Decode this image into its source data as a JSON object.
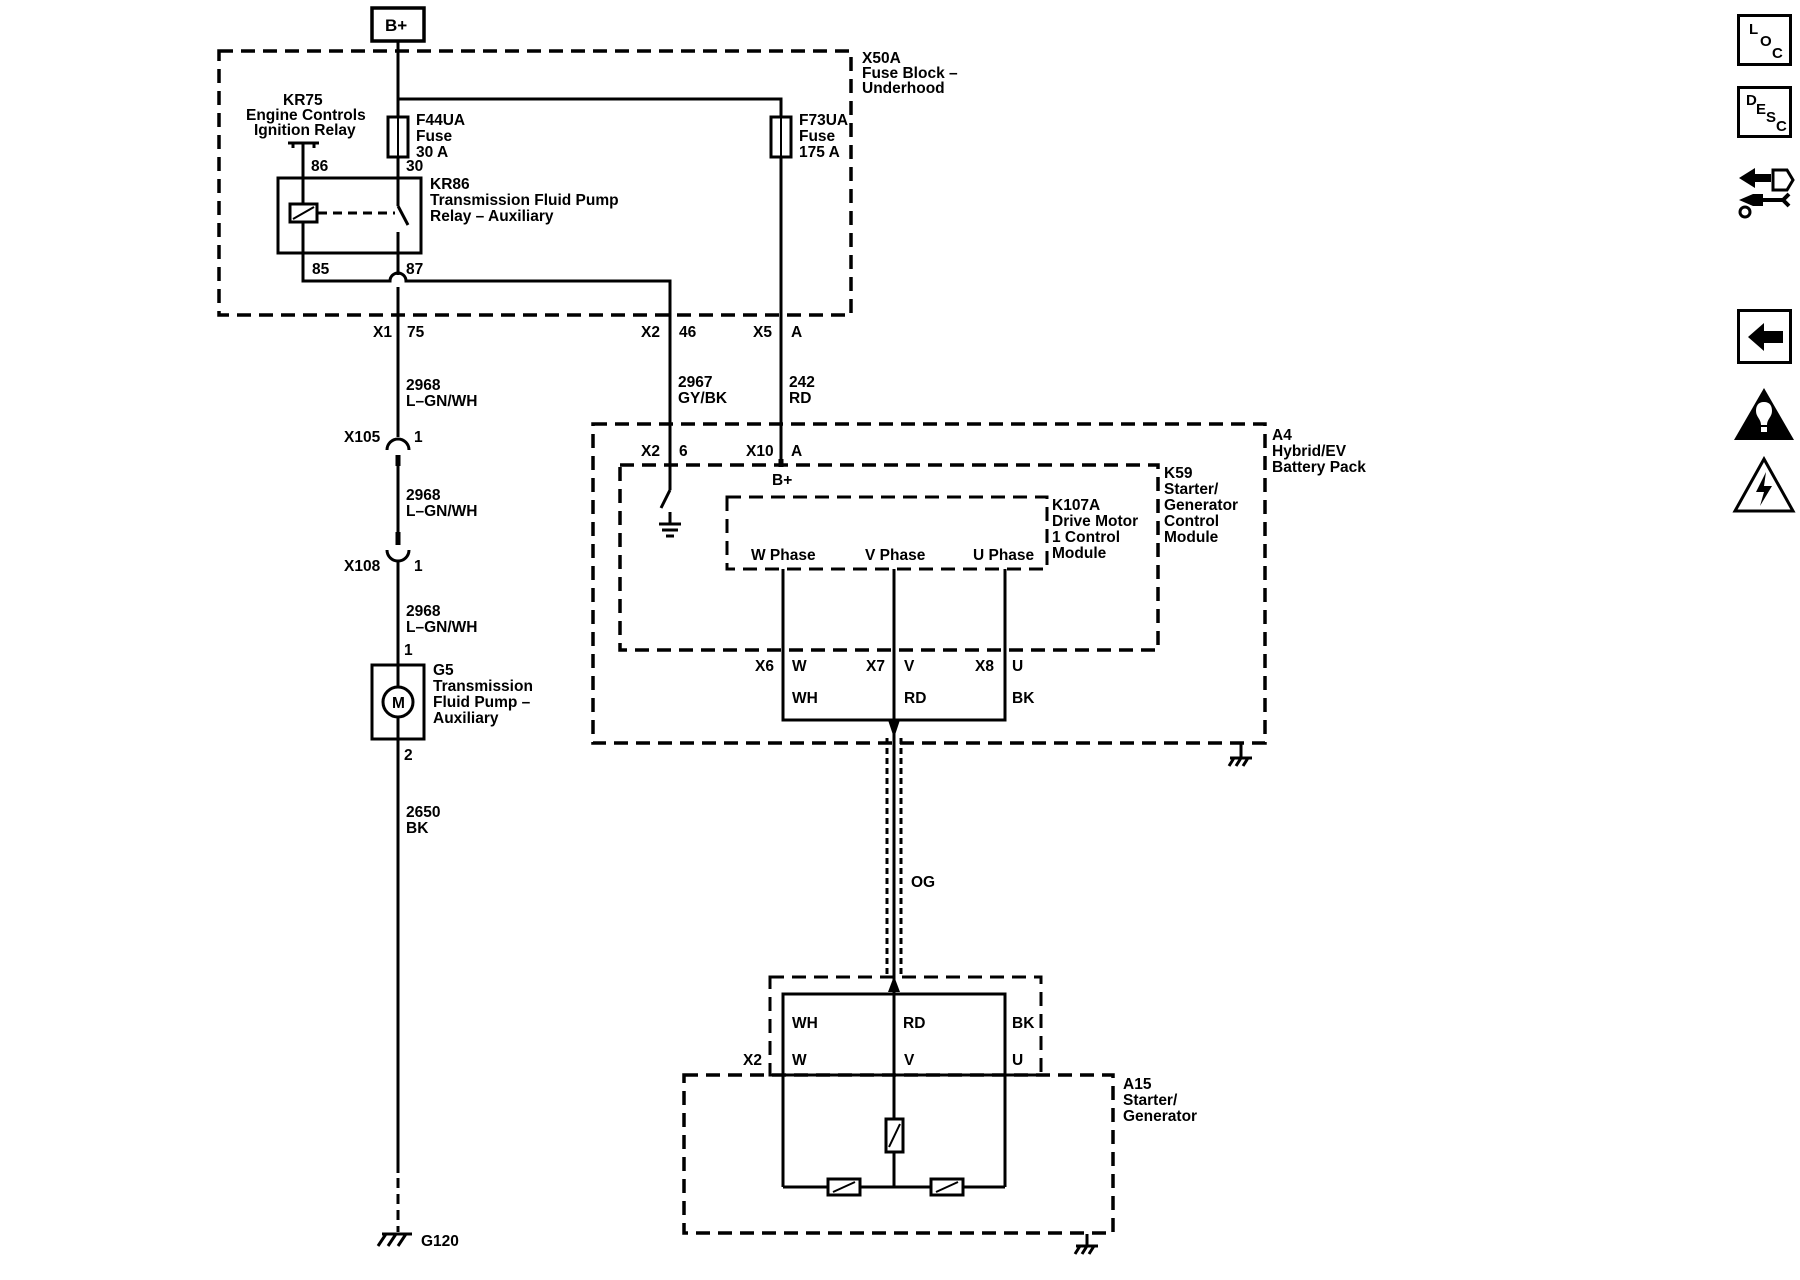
{
  "diagram": {
    "supply": "B+",
    "fuse_block": {
      "ref": "X50A",
      "name_line1": "Fuse Block –",
      "name_line2": "Underhood"
    },
    "kr75": {
      "ref": "KR75",
      "line1": "Engine Controls",
      "line2": "Ignition Relay"
    },
    "kr86": {
      "ref": "KR86",
      "line1": "Transmission Fluid Pump",
      "line2": "Relay – Auxiliary",
      "pin_86": "86",
      "pin_30": "30",
      "pin_85": "85",
      "pin_87": "87"
    },
    "f44ua": {
      "ref": "F44UA",
      "type": "Fuse",
      "rating": "30 A"
    },
    "f73ua": {
      "ref": "F73UA",
      "type": "Fuse",
      "rating": "175 A"
    },
    "x50a_connectors": {
      "x1": "X1",
      "x1_pin": "75",
      "x2": "X2",
      "x2_pin": "46",
      "x5": "X5",
      "x5_pin": "A"
    },
    "wire_2968_a": {
      "circuit": "2968",
      "color": "L–GN/WH"
    },
    "wire_2967": {
      "circuit": "2967",
      "color": "GY/BK"
    },
    "wire_242": {
      "circuit": "242",
      "color": "RD"
    },
    "x105": {
      "ref": "X105",
      "pin": "1"
    },
    "wire_2968_b": {
      "circuit": "2968",
      "color": "L–GN/WH"
    },
    "x108": {
      "ref": "X108",
      "pin": "1"
    },
    "wire_2968_c": {
      "circuit": "2968",
      "color": "L–GN/WH"
    },
    "g5": {
      "ref": "G5",
      "line1": "Transmission",
      "line2": "Fluid Pump –",
      "line3": "Auxiliary",
      "pin_1": "1",
      "pin_2": "2",
      "motor": "M"
    },
    "wire_2650": {
      "circuit": "2650",
      "color": "BK"
    },
    "g120": {
      "ref": "G120"
    },
    "a4": {
      "ref": "A4",
      "line1": "Hybrid/EV",
      "line2": "Battery Pack",
      "x2": "X2",
      "x2_pin": "6",
      "x10": "X10",
      "x10_pin": "A",
      "bplus": "B+"
    },
    "k59": {
      "ref": "K59",
      "line1": "Starter/",
      "line2": "Generator",
      "line3": "Control",
      "line4": "Module"
    },
    "k107a": {
      "ref": "K107A",
      "line1": "Drive Motor",
      "line2": "1 Control",
      "line3": "Module",
      "w_phase": "W Phase",
      "v_phase": "V Phase",
      "u_phase": "U Phase"
    },
    "phase_connectors": {
      "x6": "X6",
      "x6_pin": "W",
      "x6_color": "WH",
      "x7": "X7",
      "x7_pin": "V",
      "x7_color": "RD",
      "x8": "X8",
      "x8_pin": "U",
      "x8_color": "BK"
    },
    "harness_color": "OG",
    "a15": {
      "ref": "A15",
      "line1": "Starter/",
      "line2": "Generator",
      "x2": "X2",
      "w_color": "WH",
      "v_color": "RD",
      "u_color": "BK",
      "w_pin": "W",
      "v_pin": "V",
      "u_pin": "U"
    }
  },
  "nav": {
    "loc": {
      "l": "L",
      "o": "O",
      "c": "C"
    },
    "desc": {
      "d": "D",
      "e": "E",
      "s": "S",
      "c": "C"
    },
    "icons": [
      "connector-service-icon",
      "back-arrow-icon",
      "caution-icon",
      "high-voltage-icon"
    ]
  }
}
